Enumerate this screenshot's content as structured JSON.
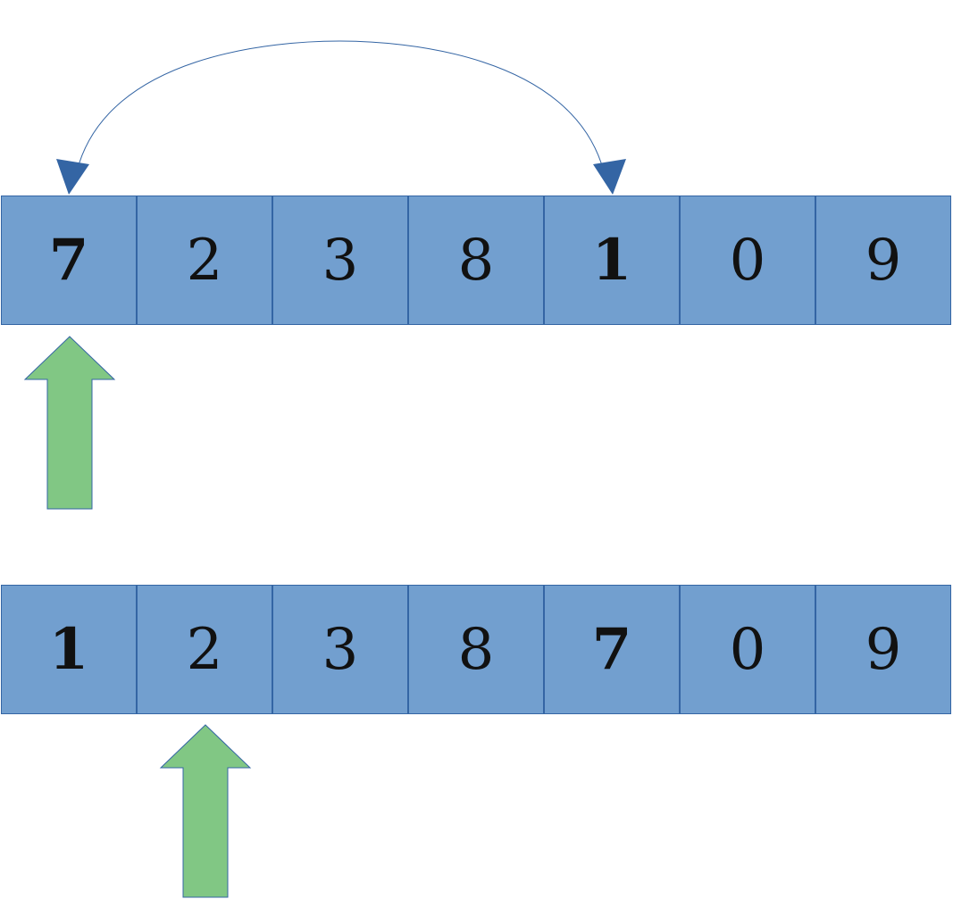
{
  "arrays": [
    {
      "id": "before",
      "values": [
        "7",
        "2",
        "3",
        "8",
        "1",
        "0",
        "9"
      ],
      "bold_indices": [
        0,
        4
      ],
      "pointer_index": 0
    },
    {
      "id": "after",
      "values": [
        "1",
        "2",
        "3",
        "8",
        "7",
        "0",
        "9"
      ],
      "bold_indices": [
        0,
        4
      ],
      "pointer_index": 1
    }
  ],
  "swap": {
    "from_index": 4,
    "to_index": 0
  },
  "colors": {
    "cell_fill": "#729fcf",
    "cell_border": "#3465a4",
    "swap_arrow": "#3465a4",
    "pointer_fill": "#81c784",
    "pointer_stroke": "#3465a4"
  }
}
